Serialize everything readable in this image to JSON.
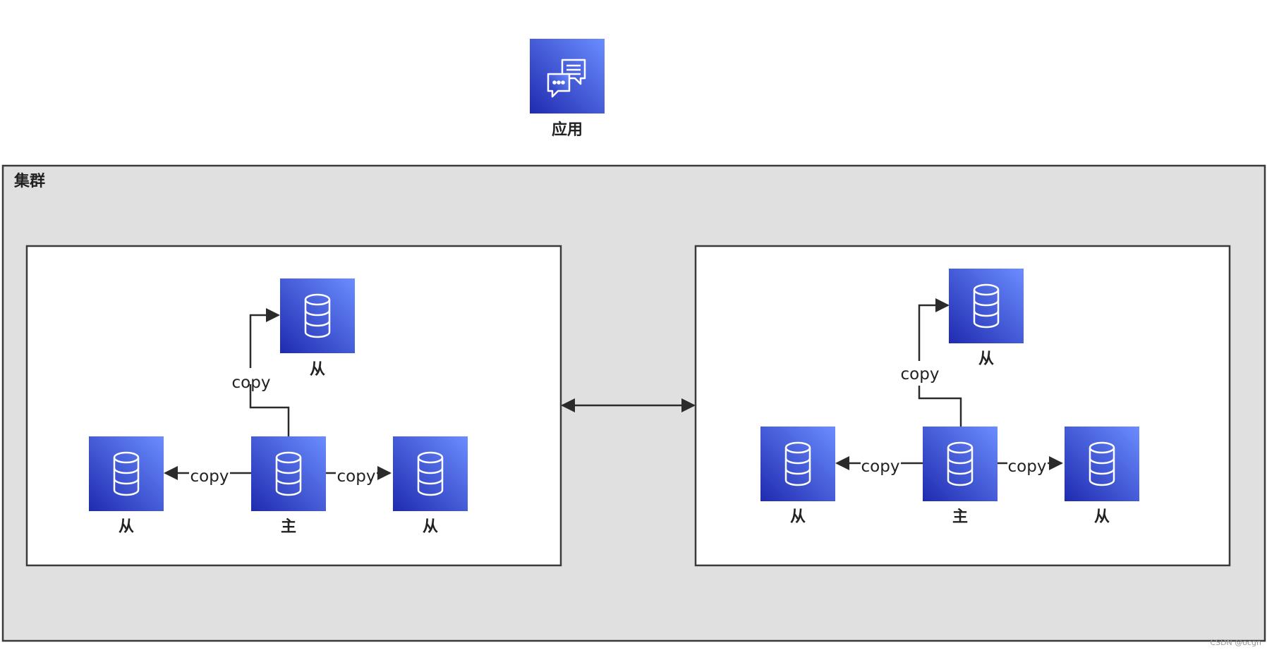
{
  "app": {
    "label": "应用",
    "icon": "chat-bubbles-icon"
  },
  "cluster": {
    "title": "集群"
  },
  "groups": [
    {
      "nodes": {
        "master": "主",
        "slave_top": "从",
        "slave_left": "从",
        "slave_right": "从"
      },
      "edges": {
        "to_top": "copy",
        "to_left": "copy",
        "to_right": "copy"
      }
    },
    {
      "nodes": {
        "master": "主",
        "slave_top": "从",
        "slave_left": "从",
        "slave_right": "从"
      },
      "edges": {
        "to_top": "copy",
        "to_left": "copy",
        "to_right": "copy"
      }
    }
  ],
  "node_icon": "database-icon",
  "colors": {
    "icon_gradient_start": "#1f2bb0",
    "icon_gradient_end": "#6b8dff",
    "cluster_bg": "#e0e0e0"
  },
  "watermark": "CSDN @ocgn"
}
